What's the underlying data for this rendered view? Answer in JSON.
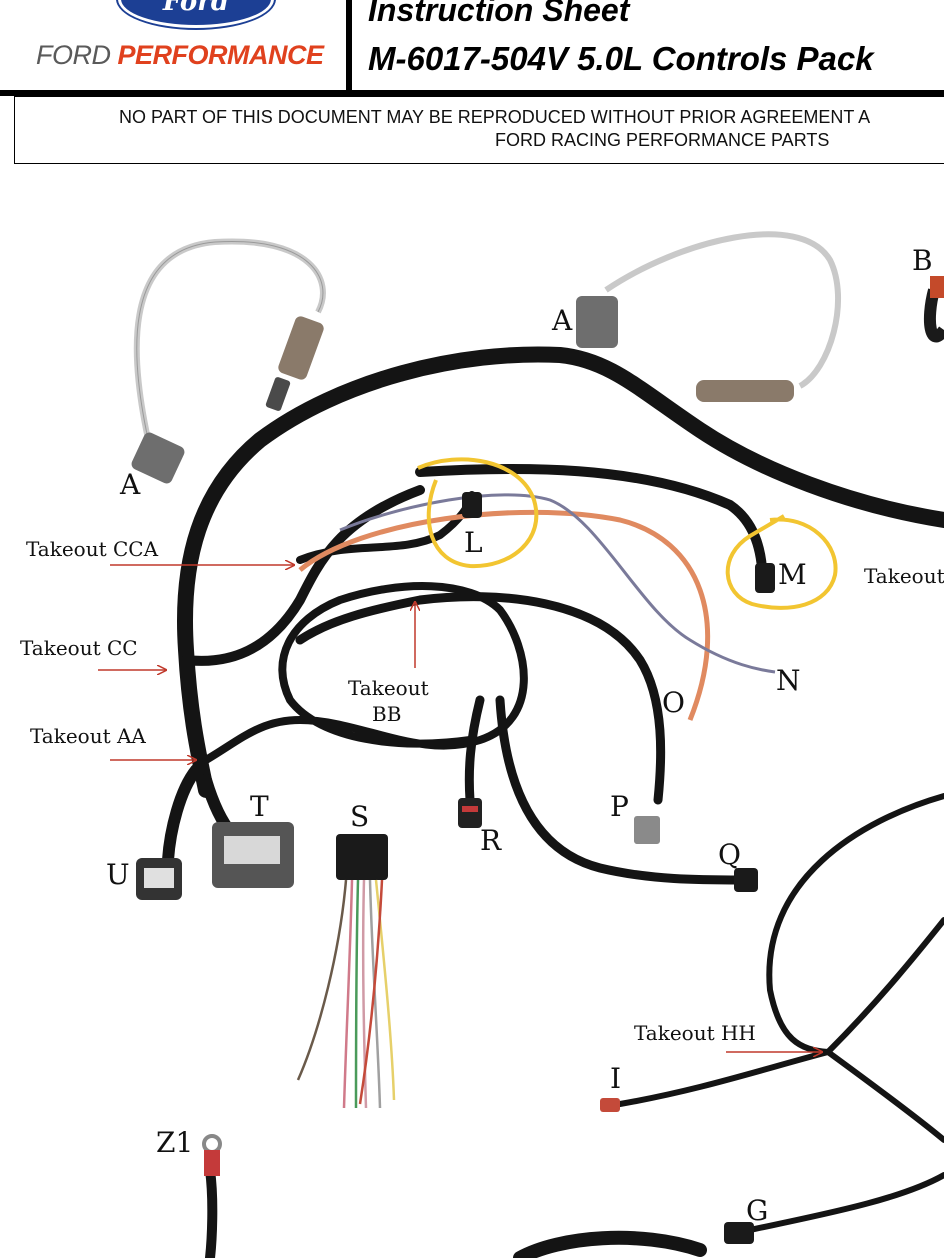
{
  "header": {
    "logo_text": "Ford",
    "brand_left": "FORD",
    "brand_right": "PERFORMANCE",
    "title_line1": "Instruction Sheet",
    "title_line2": "M-6017-504V  5.0L Controls Pack"
  },
  "notice": {
    "line1": "NO PART OF THIS DOCUMENT MAY BE REPRODUCED WITHOUT PRIOR AGREEMENT A",
    "line2": "FORD RACING PERFORMANCE PARTS"
  },
  "labels": {
    "a_left": "A",
    "a_right": "A",
    "b": "B",
    "l": "L",
    "m": "M",
    "n": "N",
    "o": "O",
    "p": "P",
    "q": "Q",
    "r": "R",
    "s": "S",
    "t": "T",
    "u": "U",
    "i": "I",
    "g": "G",
    "z1": "Z1"
  },
  "takeouts": {
    "cca": "Takeout CCA",
    "cc": "Takeout CC",
    "aa": "Takeout AA",
    "bb_line1": "Takeout",
    "bb_line2": "BB",
    "right": "Takeout",
    "hh": "Takeout HH"
  },
  "colors": {
    "ford_blue": "#1c3f94",
    "performance_orange": "#e0411e",
    "highlight_yellow": "#f2c531",
    "arrow_red": "#c0392b",
    "harness": "#141414"
  }
}
